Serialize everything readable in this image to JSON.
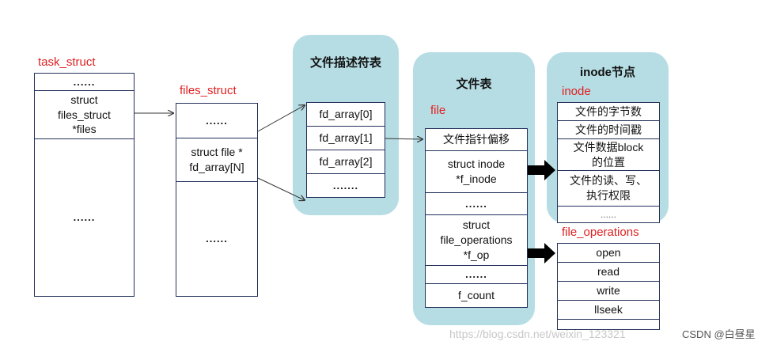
{
  "task_struct": {
    "title": "task_struct",
    "cells": [
      "......",
      "struct\nfiles_struct\n*files",
      "......"
    ]
  },
  "files_struct": {
    "title": "files_struct",
    "cells": [
      "......",
      "struct file *\nfd_array[N]",
      "......"
    ]
  },
  "fd_table": {
    "title": "文件描述符表",
    "cells": [
      "fd_array[0]",
      "fd_array[1]",
      "fd_array[2]",
      "......."
    ]
  },
  "file_table": {
    "title": "文件表",
    "label": "file",
    "cells": [
      "文件指针偏移",
      "struct inode\n*f_inode",
      "......",
      "struct\nfile_operations\n*f_op",
      "......",
      "f_count"
    ]
  },
  "inode_node": {
    "title": "inode节点",
    "label": "inode",
    "cells": [
      "文件的字节数",
      "文件的时间戳",
      "文件数据block\n的位置",
      "文件的读、写、\n执行权限",
      "......"
    ]
  },
  "file_operations": {
    "label": "file_operations",
    "cells": [
      "open",
      "read",
      "write",
      "llseek",
      ""
    ]
  },
  "watermark": "https://blog.csdn.net/weixin_123321",
  "credit": "CSDN @白昼星",
  "colors": {
    "label_red": "#e02020",
    "pill_bg": "#b6dde4",
    "border": "#23305a"
  }
}
